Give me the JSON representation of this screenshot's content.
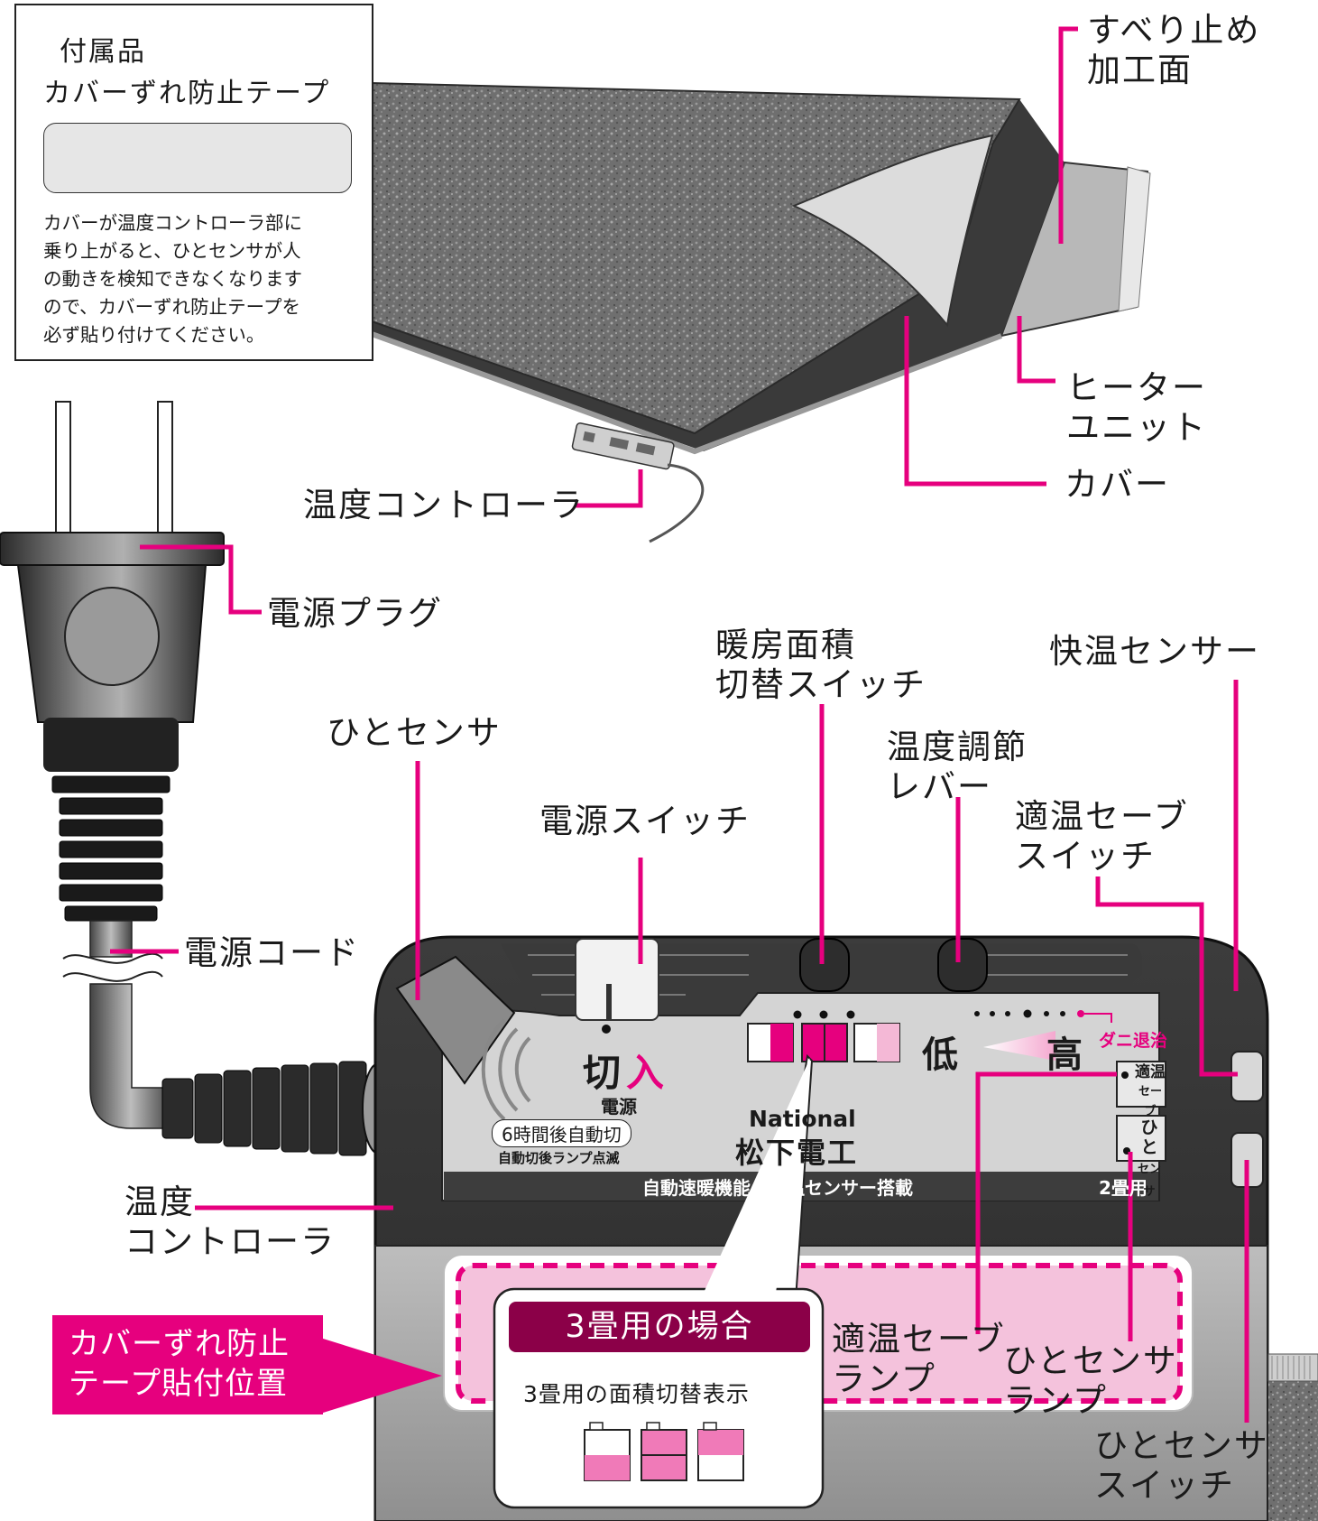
{
  "accessory": {
    "title": "付属品",
    "name": "カバーずれ防止テープ",
    "note": "カバーが温度コントローラ部に\n乗り上がると、ひとセンサが人\nの動きを検知できなくなります\nので、カバーずれ防止テープを\n必ず貼り付けてください。"
  },
  "labels": {
    "anti_slip": "すべり止め\n加工面",
    "heater_unit": "ヒーター\nユニット",
    "cover": "カバー",
    "temp_controller_top": "温度コントローラ",
    "power_plug": "電源プラグ",
    "power_cord": "電源コード",
    "area_switch": "暖房面積\n切替スイッチ",
    "comfort_sensor": "快温センサー",
    "human_sensor": "ひとセンサ",
    "temp_lever": "温度調節\nレバー",
    "power_switch": "電源スイッチ",
    "eco_switch": "適温セーブ\nスイッチ",
    "temp_controller_side": "温度\nコントローラ",
    "cover_tape_position": "カバーずれ防止\nテープ貼付位置",
    "eco_lamp": "適温セーブ\nランプ",
    "human_sensor_lamp": "ひとセンサ\nランプ",
    "human_sensor_switch": "ひとセンサ\nスイッチ"
  },
  "panel": {
    "off": "切",
    "on": "入",
    "power": "電源",
    "auto_off": "6時間後自動切",
    "auto_off_note": "自動切後ランプ点滅",
    "brand": "National",
    "maker": "松下電工",
    "features": "自動速暖機能・快温センサー搭載",
    "size": "2畳用",
    "low": "低",
    "high": "高",
    "dani": "ダニ退治",
    "eco_button_line1": "適温",
    "eco_button_line2": "セーブ",
    "human_button_line1": "ひと",
    "human_button_line2": "センサ"
  },
  "inset": {
    "title": "3畳用の場合",
    "subtitle": "3畳用の面積切替表示"
  },
  "colors": {
    "accent": "#e6007e",
    "accent_dark": "#8b0048",
    "pink_fill": "#f4b8d6",
    "panel_dark": "#4a4a4a",
    "panel_light": "#d9d9d9"
  }
}
